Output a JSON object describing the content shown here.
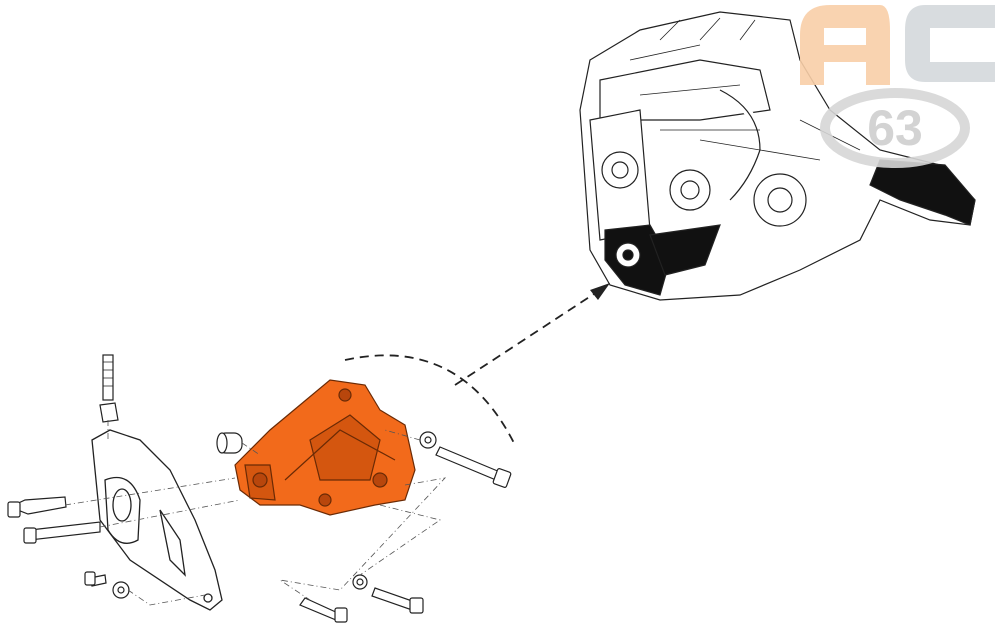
{
  "logo": {
    "letters": "AC",
    "number": "63",
    "letter_a_color": "#f9cfa8",
    "letter_c_color": "#d4d9dc",
    "ring_color": "#d6d6d6"
  },
  "colors": {
    "bracket": "#f26a1b",
    "bracket_dark": "#b8460c",
    "line": "#222222",
    "engine_dark": "#111111"
  },
  "diagram": {
    "parts": [
      "engine-assembly",
      "engine-mount-bracket",
      "engine-mount",
      "mount-bolts",
      "stud",
      "nut",
      "washers",
      "bushing"
    ]
  }
}
